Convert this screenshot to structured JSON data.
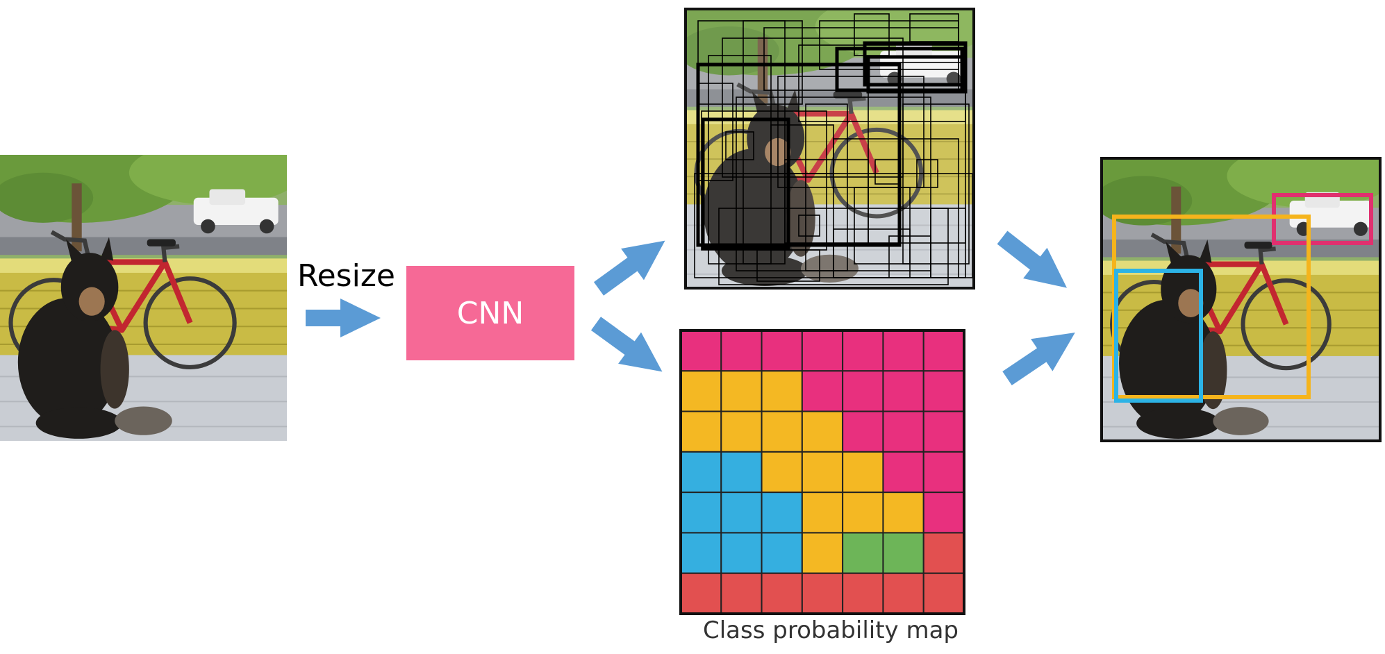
{
  "labels": {
    "resize": "Resize",
    "cnn": "CNN",
    "class_probability_map": "Class probability map"
  },
  "colors": {
    "arrow": "#5b9bd5",
    "cnn_box": "#f66996",
    "class_magenta": "#e8307e",
    "class_yellow": "#f4b823",
    "class_blue": "#35afe0",
    "class_green": "#6db558",
    "class_red": "#e25050",
    "grid_line": "#222222",
    "box_dog": "#2cb3e6",
    "box_bicycle": "#f5b41c",
    "box_car": "#e0306f"
  },
  "icons": {
    "input_photo": "dog-bicycle-photo-icon",
    "boxes_photo": "bounding-boxes-photo-icon",
    "result_photo": "detections-photo-icon"
  },
  "class_map": {
    "rows": 7,
    "cols": 7,
    "cells": [
      [
        "M",
        "M",
        "M",
        "M",
        "M",
        "M",
        "M"
      ],
      [
        "Y",
        "Y",
        "Y",
        "M",
        "M",
        "M",
        "M"
      ],
      [
        "Y",
        "Y",
        "Y",
        "Y",
        "M",
        "M",
        "M"
      ],
      [
        "B",
        "B",
        "Y",
        "Y",
        "Y",
        "M",
        "M"
      ],
      [
        "B",
        "B",
        "B",
        "Y",
        "Y",
        "Y",
        "M"
      ],
      [
        "B",
        "B",
        "B",
        "Y",
        "G",
        "G",
        "R"
      ],
      [
        "R",
        "R",
        "R",
        "R",
        "R",
        "R",
        "R"
      ]
    ]
  }
}
